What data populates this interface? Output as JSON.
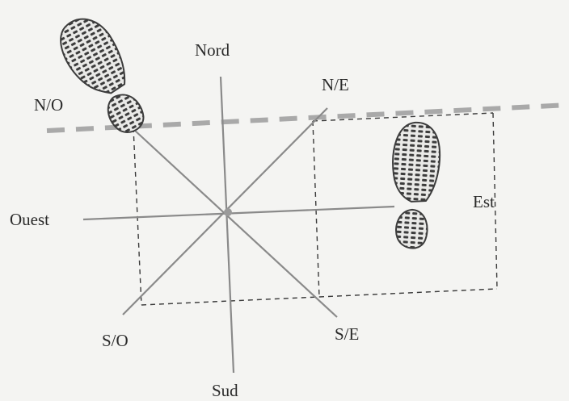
{
  "labels": {
    "nord": "Nord",
    "sud": "Sud",
    "est": "Est",
    "ouest": "Ouest",
    "nord_est": "N/E",
    "nord_ouest": "N/O",
    "sud_est": "S/E",
    "sud_ouest": "S/O"
  },
  "colors": {
    "background": "#f4f4f2",
    "ink": "#2a2a2a",
    "axis": "#8a8a8a",
    "dashed_line": "#3a3a3a",
    "footprint": "#3c3c3c"
  },
  "footprints": [
    "shoe-print-icon-top-left",
    "shoe-print-icon-right"
  ]
}
